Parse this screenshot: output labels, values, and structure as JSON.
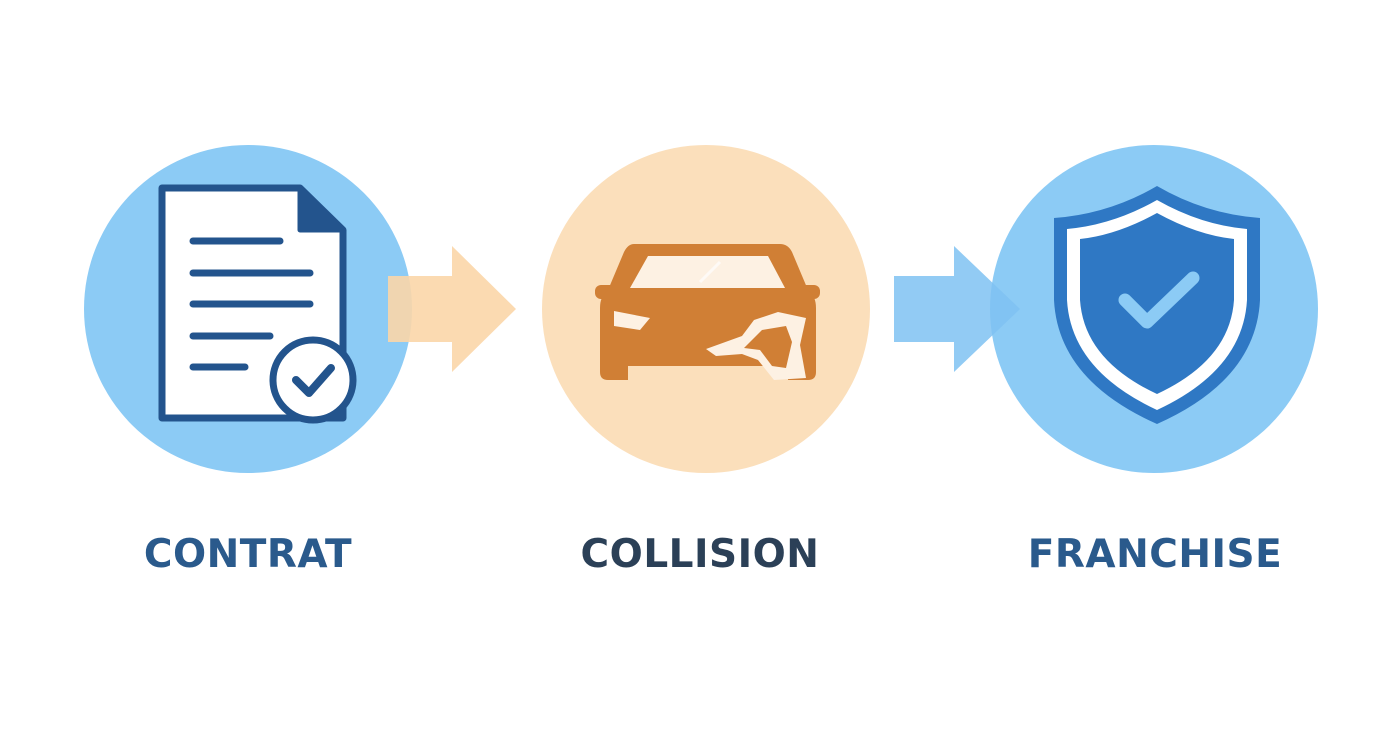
{
  "steps": [
    {
      "label": "CONTRAT",
      "icon": "contract-document-check-icon",
      "circle_color": "#8ccbf5"
    },
    {
      "label": "COLLISION",
      "icon": "damaged-car-icon",
      "circle_color": "#fbdfbb"
    },
    {
      "label": "FRANCHISE",
      "icon": "shield-check-icon",
      "circle_color": "#8ccbf5"
    }
  ],
  "colors": {
    "label_blue": "#2a5a8c",
    "label_dark": "#2b4057",
    "icon_navy": "#23548d",
    "car_orange": "#d07f35",
    "shield_blue": "#2f78c4",
    "arrow_peach": "#fbd6a8",
    "arrow_blue": "#7fc2f2"
  }
}
